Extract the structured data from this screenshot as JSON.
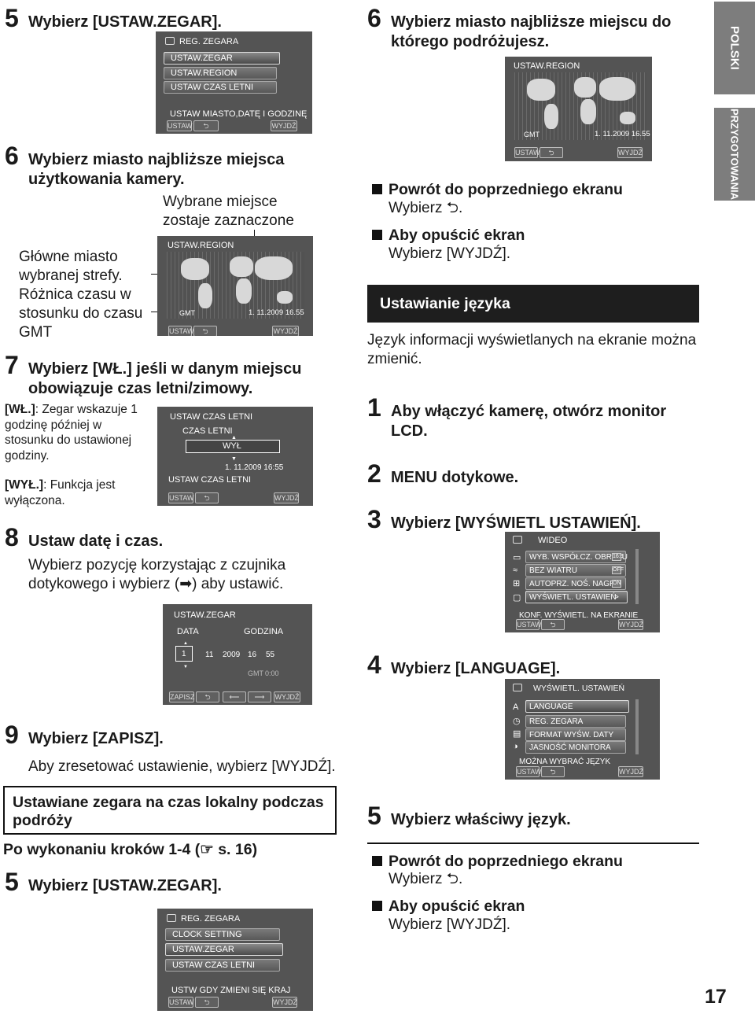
{
  "left": {
    "s5a": {
      "num": "5",
      "text": "Wybierz [USTAW.ZEGAR]."
    },
    "scr1": {
      "header": "REG. ZEGARA",
      "items": [
        "USTAW.ZEGAR",
        "USTAW.REGION",
        "USTAW CZAS LETNI"
      ],
      "footer": "USTAW MIASTO,DATĘ I GODZINĘ",
      "btn_set": "USTAW",
      "btn_exit": "WYJDŹ"
    },
    "s6": {
      "num": "6",
      "text": "Wybierz miasto najbliższe miejsca użytkowania kamery."
    },
    "callout_selected": "Wybrane miejsce zostaje zaznaczone",
    "callout_city": "Główne miasto wybranej strefy.",
    "callout_gmt": "Różnica czasu w stosunku do czasu GMT",
    "scr2": {
      "header": "USTAW.REGION",
      "gmt": "GMT",
      "datetime": "1. 11.2009  16.55",
      "btn_set": "USTAW",
      "btn_exit": "WYJDŹ"
    },
    "s7": {
      "num": "7",
      "text": "Wybierz [WŁ.] jeśli w danym miejscu obowiązuje czas letni/zimowy."
    },
    "on_note_label": "[WŁ.]",
    "on_note": ": Zegar wskazuje 1 godzinę później w stosunku do ustawionej godziny.",
    "off_note_label": "[WYŁ.]",
    "off_note": ": Funkcja jest wyłączona.",
    "scr3": {
      "header": "USTAW CZAS LETNI",
      "label": "CZAS LETNI",
      "value": "WYŁ",
      "datetime": "1. 11.2009  16:55",
      "footer": "USTAW CZAS LETNI",
      "btn_set": "USTAW",
      "btn_exit": "WYJDŹ"
    },
    "s8": {
      "num": "8",
      "text": "Ustaw datę i czas."
    },
    "s8_body": "Wybierz pozycję korzystając z czujnika dotykowego i wybierz (➡) aby ustawić.",
    "scr4": {
      "header": "USTAW.ZEGAR",
      "date_label": "DATA",
      "time_label": "GODZINA",
      "fields": [
        "1",
        "11",
        "2009",
        "16",
        "55"
      ],
      "gmt": "GMT",
      "gmt_val": "0:00",
      "btn_save": "ZAPISZ",
      "btn_exit": "WYJDŹ"
    },
    "s9": {
      "num": "9",
      "text": "Wybierz [ZAPISZ]."
    },
    "s9_body": "Aby zresetować ustawienie, wybierz [WYJDŹ].",
    "travel_box": "Ustawiane zegara na czas lokalny podczas podróży",
    "after_steps": "Po wykonaniu kroków 1-4 (☞ s. 16)",
    "s5b": {
      "num": "5",
      "text": "Wybierz [USTAW.ZEGAR]."
    },
    "scr5": {
      "header": "REG. ZEGARA",
      "items": [
        "CLOCK SETTING",
        "USTAW.ZEGAR",
        "USTAW CZAS LETNI"
      ],
      "footer": "USTW GDY ZMIENI SIĘ KRAJ",
      "btn_set": "USTAW",
      "btn_exit": "WYJDŹ"
    }
  },
  "right": {
    "s6": {
      "num": "6",
      "text": "Wybierz miasto najbliższe miejscu do którego podróżujesz."
    },
    "scr6": {
      "header": "USTAW.REGION",
      "gmt": "GMT",
      "datetime": "1. 11.2009  16.55",
      "btn_set": "USTAW",
      "btn_exit": "WYJDŹ"
    },
    "back1_head": "Powrót do poprzedniego ekranu",
    "back1_body": "Wybierz ⮌.",
    "exit1_head": "Aby opuścić ekran",
    "exit1_body": "Wybierz [WYJDŹ].",
    "lang_banner": "Ustawianie języka",
    "lang_intro": "Język informacji wyświetlanych na ekranie można zmienić.",
    "s1": {
      "num": "1",
      "text": "Aby włączyć kamerę, otwórz monitor LCD."
    },
    "s2": {
      "num": "2",
      "text": "MENU dotykowe."
    },
    "s3": {
      "num": "3",
      "text": "Wybierz [WYŚWIETL USTAWIEŃ]."
    },
    "scr7": {
      "header": "WIDEO",
      "items": [
        "WYB. WSPÓŁCZ. OBRAZU",
        "BEZ WIATRU",
        "AUTOPRZ. NOŚ. NAGR.",
        "WYŚWIETL. USTAWIEŃ"
      ],
      "badges": [
        "16:9",
        "OFF",
        "ON"
      ],
      "footer": "KONF. WYŚWIETL. NA EKRANIE",
      "btn_set": "USTAW",
      "btn_exit": "WYJDŹ"
    },
    "s4": {
      "num": "4",
      "text": "Wybierz [LANGUAGE]."
    },
    "scr8": {
      "header": "WYŚWIETL. USTAWIEŃ",
      "items": [
        "LANGUAGE",
        "REG. ZEGARA",
        "FORMAT WYŚW. DATY",
        "JASNOŚĆ MONITORA"
      ],
      "footer": "MOŻNA WYBRAĆ JĘZYK",
      "btn_set": "USTAW",
      "btn_exit": "WYJDŹ"
    },
    "s5": {
      "num": "5",
      "text": "Wybierz właściwy język."
    },
    "back2_head": "Powrót do poprzedniego ekranu",
    "back2_body": "Wybierz ⮌.",
    "exit2_head": "Aby opuścić ekran",
    "exit2_body": "Wybierz [WYJDŹ]."
  },
  "tabs": {
    "polski": "POLSKI",
    "przyg": "PRZYGOTOWANIA"
  },
  "page_number": "17"
}
